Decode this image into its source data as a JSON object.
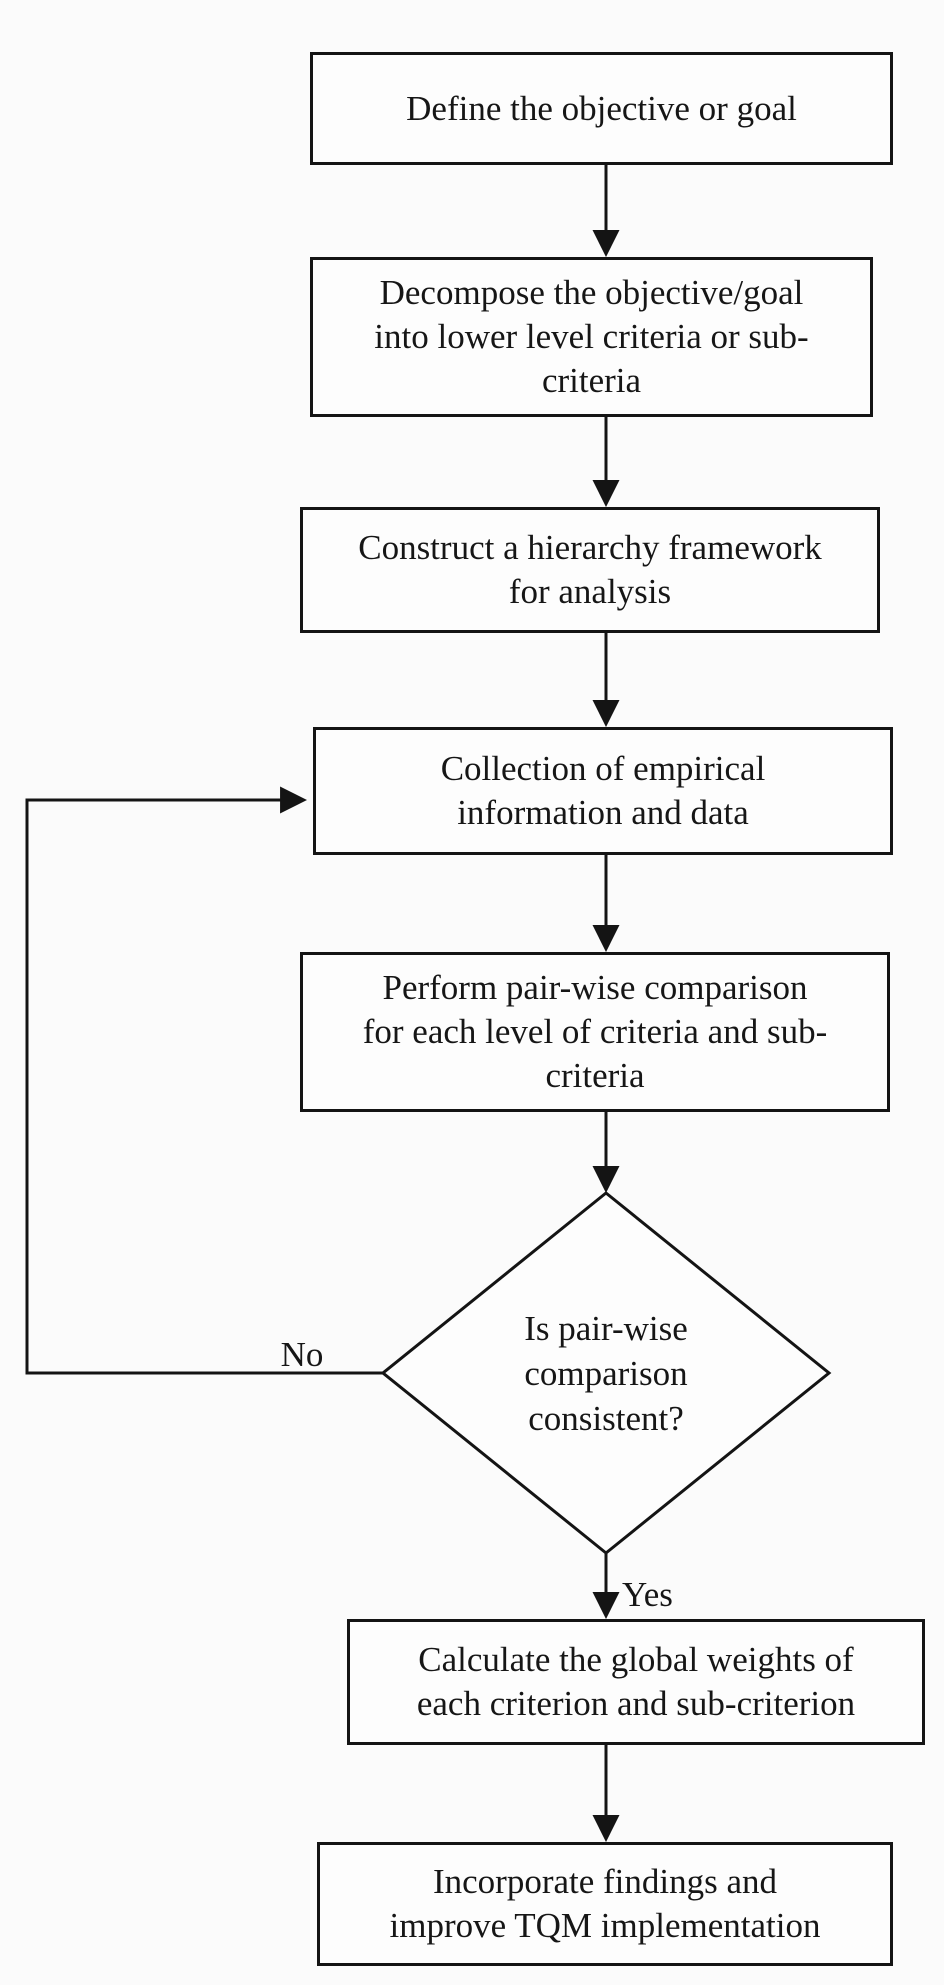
{
  "diagram": {
    "type": "flowchart",
    "colors": {
      "line": "#141414",
      "background": "#fbfbfb",
      "text": "#161616",
      "node_fill": "#fdfdfd"
    },
    "nodes": [
      {
        "id": "define-objective",
        "shape": "rect",
        "lines": [
          "Define the objective or goal"
        ]
      },
      {
        "id": "decompose-objective",
        "shape": "rect",
        "lines": [
          "Decompose the objective/goal",
          "into lower level criteria or sub-",
          "criteria"
        ]
      },
      {
        "id": "construct-hierarchy",
        "shape": "rect",
        "lines": [
          "Construct a hierarchy framework",
          "for analysis"
        ]
      },
      {
        "id": "collect-data",
        "shape": "rect",
        "lines": [
          "Collection of empirical",
          "information and data"
        ]
      },
      {
        "id": "pairwise-comparison",
        "shape": "rect",
        "lines": [
          "Perform pair-wise comparison",
          "for each level of criteria and sub-",
          "criteria"
        ]
      },
      {
        "id": "consistency-check",
        "shape": "diamond",
        "lines": [
          "Is pair-wise",
          "comparison",
          "consistent?"
        ]
      },
      {
        "id": "calculate-weights",
        "shape": "rect",
        "lines": [
          "Calculate the global weights of",
          "each criterion and sub-criterion"
        ]
      },
      {
        "id": "incorporate-findings",
        "shape": "rect",
        "lines": [
          "Incorporate findings and",
          "improve TQM implementation"
        ]
      }
    ],
    "edges": [
      {
        "from": "define-objective",
        "to": "decompose-objective",
        "label": ""
      },
      {
        "from": "decompose-objective",
        "to": "construct-hierarchy",
        "label": ""
      },
      {
        "from": "construct-hierarchy",
        "to": "collect-data",
        "label": ""
      },
      {
        "from": "collect-data",
        "to": "pairwise-comparison",
        "label": ""
      },
      {
        "from": "pairwise-comparison",
        "to": "consistency-check",
        "label": ""
      },
      {
        "from": "consistency-check",
        "to": "collect-data",
        "label": "No"
      },
      {
        "from": "consistency-check",
        "to": "calculate-weights",
        "label": "Yes"
      },
      {
        "from": "calculate-weights",
        "to": "incorporate-findings",
        "label": ""
      }
    ]
  }
}
